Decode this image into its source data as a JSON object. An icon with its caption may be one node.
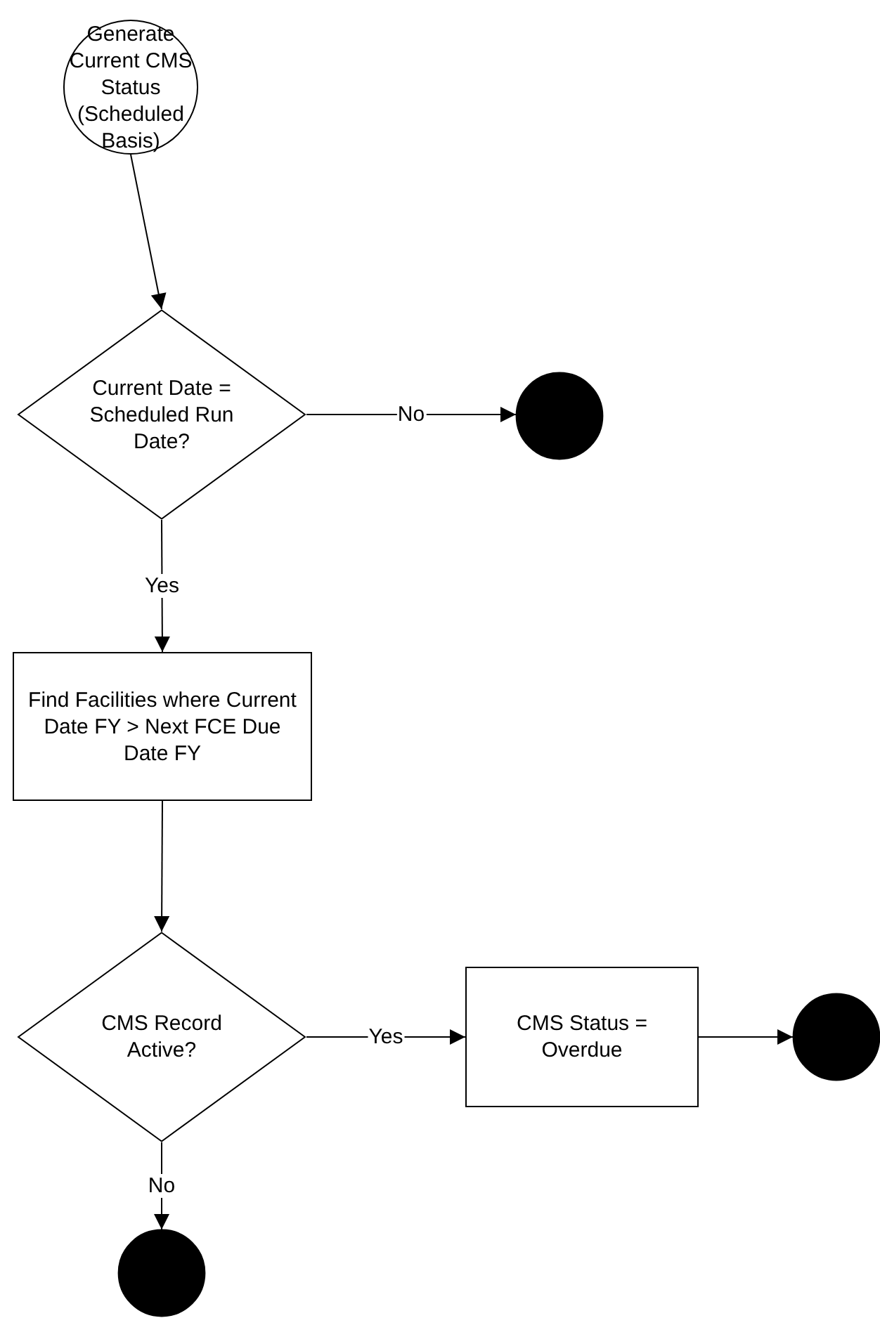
{
  "diagram": {
    "nodes": [
      {
        "text": [
          "Generate Current CMS Status (Scheduled Basis)"
        ]
      },
      {
        "text": [
          "Current Date = Scheduled Run Date?"
        ]
      },
      {
        "text": [],
        "shape": "circle"
      },
      {
        "text": [
          "Find Facilities where Current Date FY > Next FCE Due Date FY"
        ]
      },
      {
        "text": [
          "CMS Record Active?"
        ]
      },
      {
        "text": [
          "CMS Status = Overdue"
        ]
      },
      {
        "text": [],
        "shape": "circle"
      },
      {
        "text": [],
        "shape": "circle"
      }
    ],
    "edges": [
      {
        "from": 0,
        "to": 1,
        "arrow": "to"
      },
      {
        "from": 1,
        "to": 2,
        "arrow": "to",
        "label": "No"
      },
      {
        "from": 1,
        "to": 3,
        "arrow": "to",
        "label": "Yes"
      },
      {
        "from": 3,
        "to": 4,
        "arrow": "to"
      },
      {
        "from": 4,
        "to": 5,
        "arrow": "to",
        "label": "Yes"
      },
      {
        "from": 5,
        "to": 6,
        "arrow": "to"
      },
      {
        "from": 4,
        "to": 7,
        "arrow": "to",
        "label": "No"
      }
    ]
  }
}
